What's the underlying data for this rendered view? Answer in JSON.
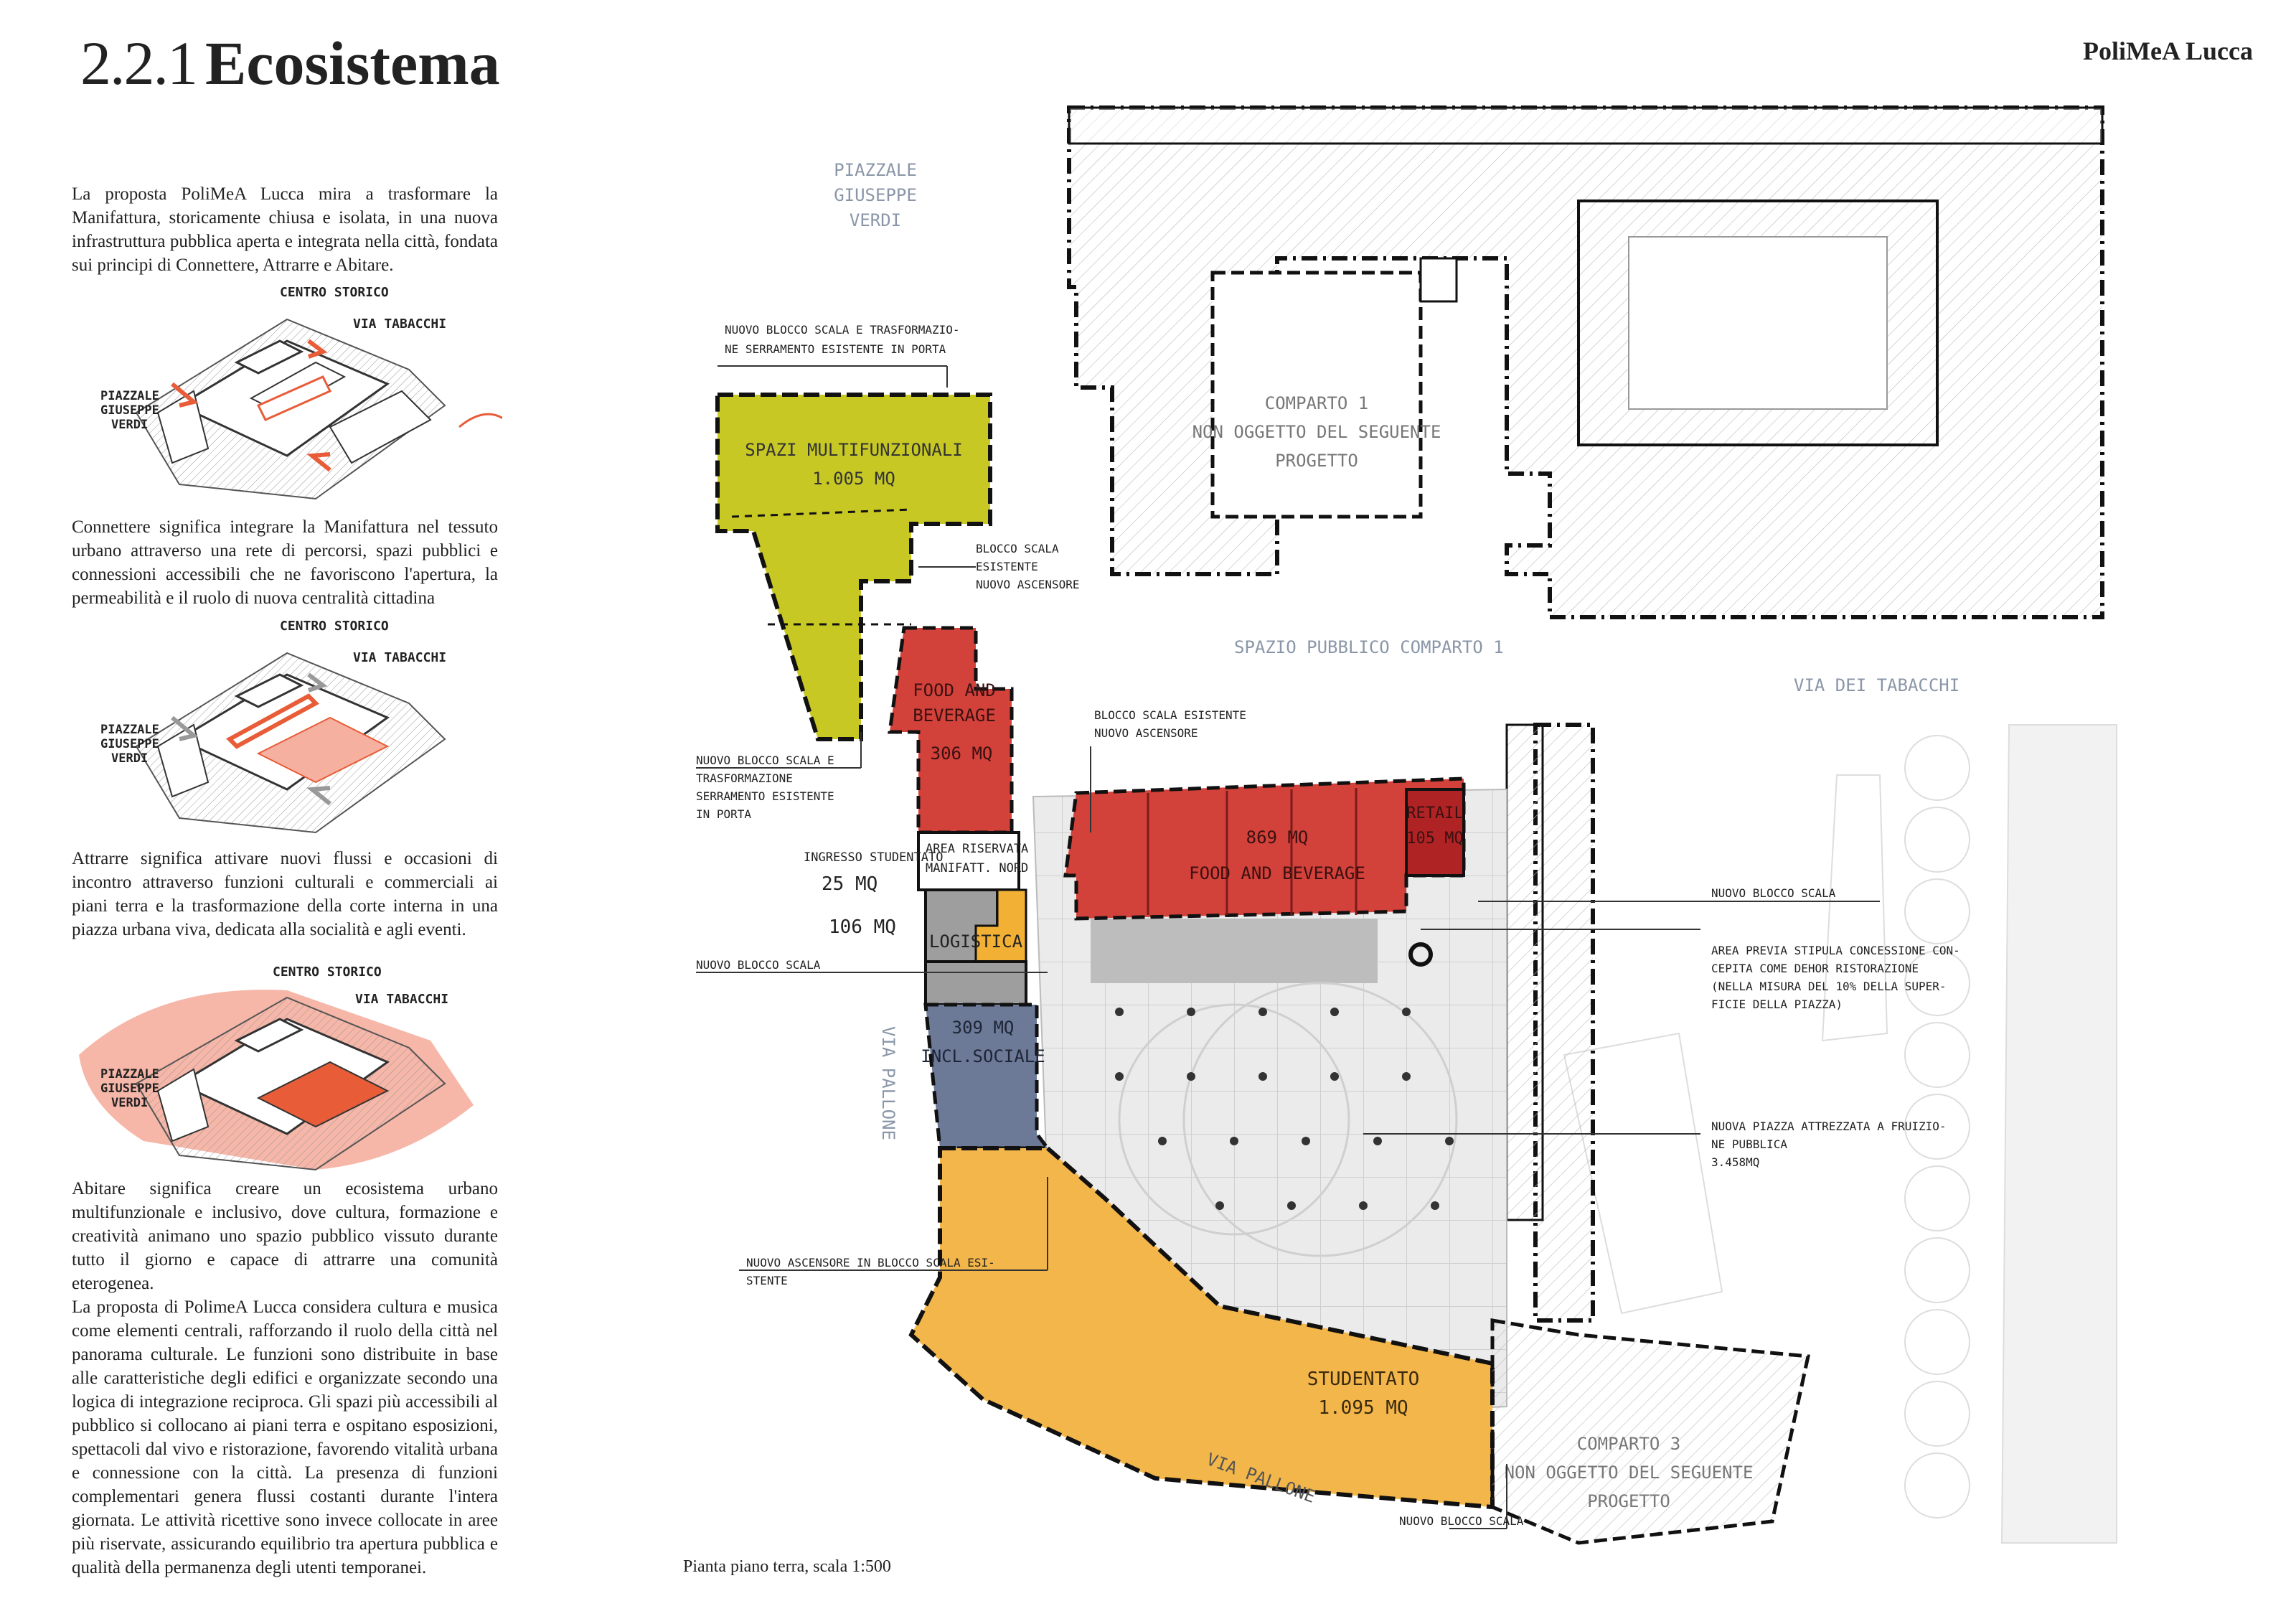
{
  "header": {
    "number": "2.2.1",
    "title": "Ecosistema",
    "brand": "PoliMeA Lucca"
  },
  "paragraphs": {
    "intro": "La proposta PoliMeA Lucca mira a trasformare la Manifattura, storicamente chiusa e isolata, in una nuova infrastruttura pubblica aperta e integrata nella città, fondata sui principi di Connettere, Attrarre e Abitare.",
    "connettere": "Connettere significa integrare la Manifattura nel tessuto urbano attraverso una rete di percorsi, spazi pubblici e connessioni accessibili che ne favoriscono l'apertura, la permeabilità e il ruolo di nuova centralità cittadina",
    "attrarre": "Attrarre significa attivare nuovi flussi e occasioni di incontro attraverso funzioni culturali e commerciali ai piani terra e la trasformazione della corte interna in una piazza urbana viva, dedicata alla socialità e agli eventi.",
    "abitare": "Abitare significa creare un ecosistema urbano multifunzionale e inclusivo, dove cultura, formazione e creatività animano uno spazio pubblico vissuto durante tutto il giorno e capace di attrarre una comunità eterogenea.",
    "cultura": "La proposta di PolimeA Lucca considera cultura e musica come elementi centrali, rafforzando il ruolo della città nel panorama culturale. Le funzioni sono distribuite in base alle caratteristiche degli edifici e organizzate secondo una logica di integrazione reciproca. Gli spazi più accessibili al pubblico si collocano ai piani terra e ospitano esposizioni, spettacoli dal vivo e ristorazione, favorendo vitalità urbana e connessione con la città. La presenza di funzioni complementari genera flussi costanti durante l'intera giornata. Le attività ricettive sono invece collocate in aree più riservate, assicurando equilibrio tra apertura pubblica e qualità della permanenza degli utenti temporanei."
  },
  "diagram_labels": {
    "centro": "CENTRO STORICO",
    "via": "VIA TABACCHI",
    "piazzale": [
      "PIAZZALE",
      "GIUSEPPE",
      "VERDI"
    ]
  },
  "plan": {
    "caption": "Pianta piano terra, scala 1:500",
    "streets": {
      "piazzale": [
        "PIAZZALE",
        "GIUSEPPE",
        "VERDI"
      ],
      "tabacchi": "VIA DEI TABACCHI",
      "pallone_v": "VIA PALLONE",
      "pallone_h": "VIA PALLONE",
      "spazio": "SPAZIO PUBBLICO COMPARTO 1"
    },
    "comparto1": [
      "COMPARTO 1",
      "NON OGGETTO DEL SEGUENTE",
      "PROGETTO"
    ],
    "comparto3": [
      "COMPARTO 3",
      "NON OGGETTO DEL SEGUENTE",
      "PROGETTO"
    ],
    "zones": {
      "multi": [
        "SPAZI MULTIFUNZIONALI",
        "1.005 MQ"
      ],
      "food_small": [
        "FOOD AND",
        "BEVERAGE"
      ],
      "food_small_area": "306 MQ",
      "riservata": [
        "AREA RISERVATA",
        "MANIFATT. NORD"
      ],
      "food_big_area": "869 MQ",
      "food_big": "FOOD AND BEVERAGE",
      "retail": [
        "RETAIL",
        "105 MQ"
      ],
      "ingresso": "INGRESSO STUDENTATO",
      "ingresso_area": "25 MQ",
      "logistica_area": "106 MQ",
      "logistica": "LOGISTICA",
      "sociale": [
        "309 MQ",
        "INCL.SOCIALE"
      ],
      "studentato": [
        "STUDENTATO",
        "1.095 MQ"
      ]
    },
    "annotations": {
      "a1": [
        "NUOVO BLOCCO SCALA E TRASFORMAZIO-",
        "NE SERRAMENTO ESISTENTE IN PORTA"
      ],
      "a2": [
        "BLOCCO SCALA",
        "ESISTENTE",
        "NUOVO ASCENSORE"
      ],
      "a3": [
        "BLOCCO SCALA ESISTENTE",
        "NUOVO ASCENSORE"
      ],
      "a4": [
        "NUOVO BLOCCO SCALA E",
        "TRASFORMAZIONE",
        "SERRAMENTO ESISTENTE",
        "IN PORTA"
      ],
      "a5": "NUOVO BLOCCO SCALA",
      "a6": "NUOVO BLOCCO SCALA",
      "a7": [
        "AREA PREVIA STIPULA CONCESSIONE CON-",
        "CEPITA COME DEHOR RISTORAZIONE",
        "(NELLA MISURA DEL 10% DELLA SUPER-",
        "FICIE DELLA PIAZZA)"
      ],
      "a8": [
        "NUOVA PIAZZA ATTREZZATA A FRUIZIO-",
        "NE PUBBLICA",
        "3.458MQ"
      ],
      "a9": [
        "NUOVO ASCENSORE IN BLOCCO SCALA ESI-",
        "STENTE"
      ],
      "a10": "NUOVO BLOCCO SCALA"
    }
  },
  "colors": {
    "multi": "#c7c824",
    "food": "#d2413a",
    "retail": "#b02325",
    "logistica": "#f2b035",
    "grigio": "#9e9e9e",
    "sociale": "#6c7a98",
    "studentato": "#f3b64a",
    "piazza": "#ececec",
    "accent": "#e85c38"
  }
}
